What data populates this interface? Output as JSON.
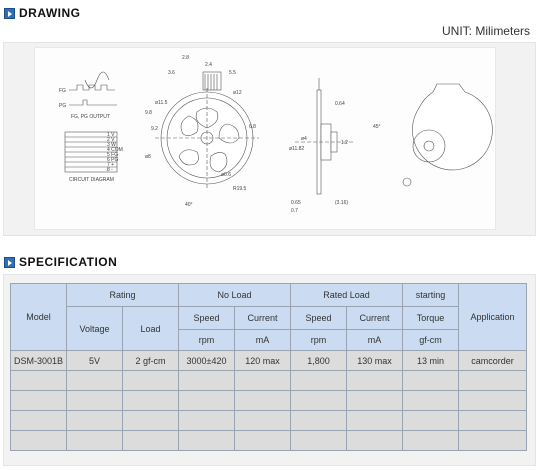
{
  "drawing": {
    "title": "DRAWING",
    "unit": "UNIT: Milimeters",
    "dims": {
      "d1": "2.8",
      "d2": "2.4",
      "d3": "3.6",
      "d4": "5.5",
      "d5": "9.8",
      "d6": "6.8",
      "d7": "9.2",
      "d8": "ø11.5",
      "d9": "ø12",
      "d10": "ø8",
      "d11": "ø0.6",
      "d12": "R19.5",
      "d13": "ø11.82",
      "d14": "ø4",
      "d15": "0.64",
      "d16": "1.2",
      "d17": "0.65",
      "d18": "0.7",
      "d19": "(3.16)",
      "d20": "40°",
      "d21": "45°"
    },
    "labels": {
      "fg": "FG",
      "pg": "PG",
      "output_caption": "FG, PG OUTPUT",
      "circuit_caption": "CIRCUIT DIAGRAM",
      "pins": [
        "1 V",
        "2 V",
        "3 W",
        "4 COM",
        "5 FG",
        "6 PG",
        "7 +",
        "8 -"
      ]
    }
  },
  "specification": {
    "title": "SPECIFICATION",
    "headers": {
      "model": "Model",
      "rating": "Rating",
      "voltage": "Voltage",
      "load": "Load",
      "no_load": "No Load",
      "rated_load": "Rated Load",
      "speed": "Speed",
      "current": "Current",
      "rpm": "rpm",
      "ma": "mA",
      "starting": "starting",
      "torque": "Torque",
      "gf_cm": "gf-cm",
      "application": "Application"
    },
    "row": {
      "model": "DSM-3001B",
      "voltage": "5V",
      "load": "2 gf-cm",
      "noload_speed": "3000±420",
      "noload_current": "120 max",
      "rated_speed": "1,800",
      "rated_current": "130 max",
      "torque": "13 min",
      "application": "camcorder"
    }
  }
}
